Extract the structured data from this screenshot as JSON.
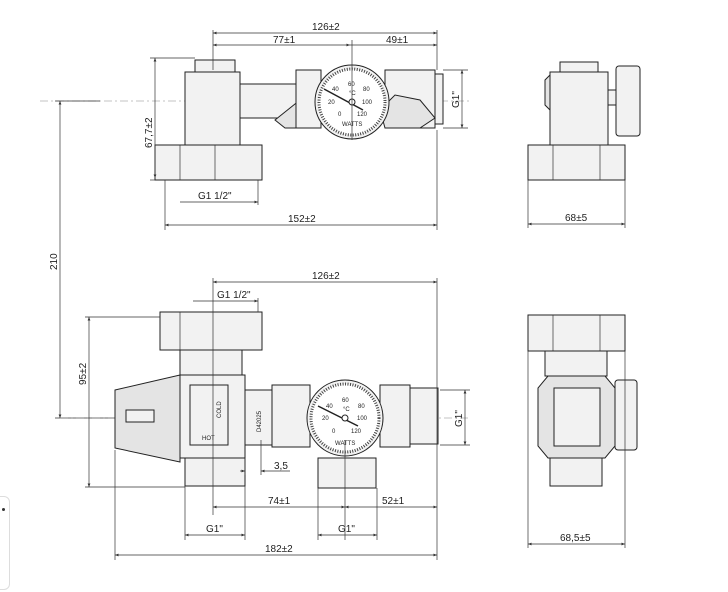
{
  "top_front": {
    "overall_top": "126±2",
    "left_seg": "77±1",
    "right_seg": "49±1",
    "outlet": "G1\"",
    "height": "67,7±2",
    "inlet": "G1 1/2\"",
    "overall_bottom": "152±2"
  },
  "top_side": {
    "width": "68±5"
  },
  "vertical_offset": "210",
  "bottom_front": {
    "overall_top": "126±2",
    "inlet": "G1 1/2\"",
    "height": "95±2",
    "outlet": "G1\"",
    "gap": "3,5",
    "left_seg": "74±1",
    "right_seg": "52±1",
    "port_left": "G1\"",
    "port_center": "G1\"",
    "overall_bottom": "182±2",
    "part_code": "D42025",
    "hot_label": "HOT",
    "cold_label": "COLD"
  },
  "bottom_side": {
    "width": "68,5±5"
  },
  "gauge": {
    "unit": "°C",
    "ticks": [
      "0",
      "20",
      "40",
      "60",
      "80",
      "100",
      "120"
    ],
    "brand": "WATTS"
  },
  "colors": {
    "line": "#222222",
    "fill": "#f2f2f2"
  }
}
